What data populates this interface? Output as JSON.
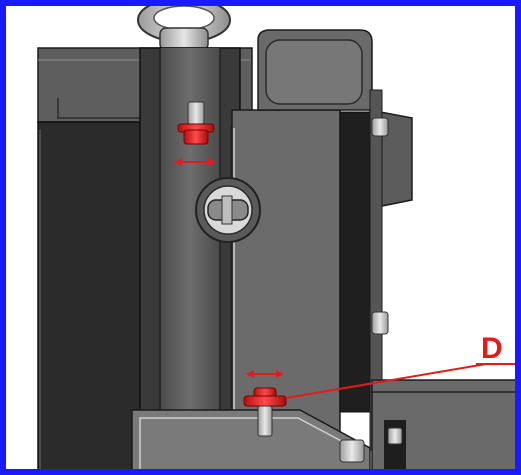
{
  "figure": {
    "callout_label": "D"
  },
  "colors": {
    "frame_border": "#1a1aff",
    "metal_dark": "#2f2f2f",
    "metal_mid": "#5a5a5a",
    "metal_light": "#8a8a8a",
    "metal_edge": "#1b1b1b",
    "highlight": "#e41b1b",
    "background": "#ffffff"
  },
  "icons": {
    "adjust_arrow": "double-arrow-horizontal",
    "fastener": "bolt-nut-washer",
    "lifting_eye": "eye-bolt"
  }
}
